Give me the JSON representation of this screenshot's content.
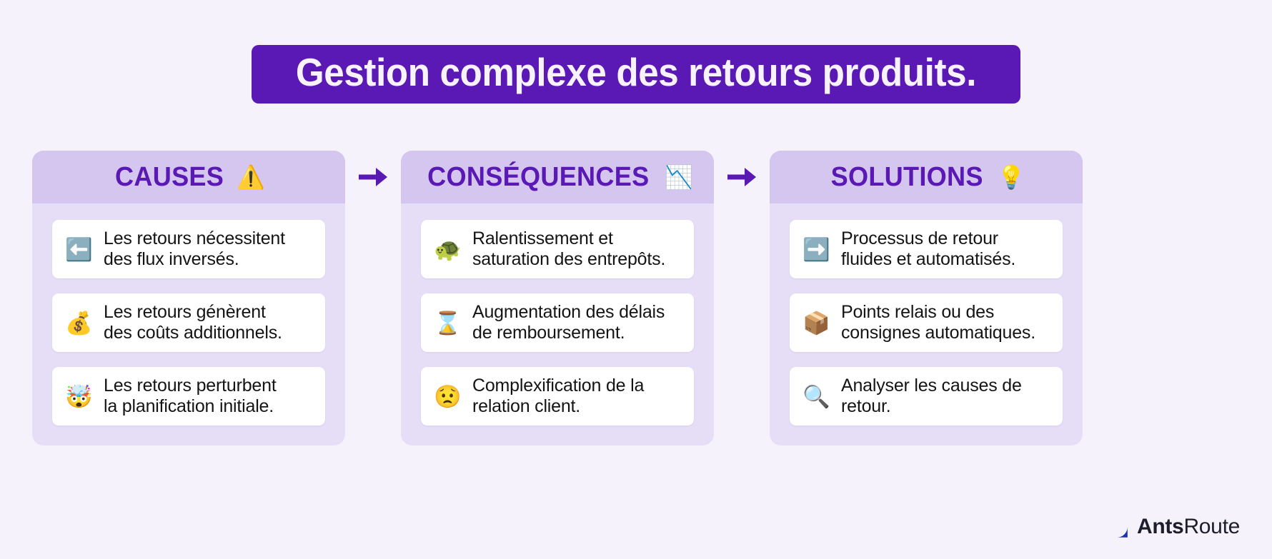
{
  "page": {
    "background_color": "#f5f2fb"
  },
  "title": {
    "text": "Gestion complexe des retours produits.",
    "background_color": "#5a18b4",
    "text_color": "#f7f3fc"
  },
  "colors": {
    "accent_purple": "#5a18b4",
    "column_background": "#e6ddf7",
    "column_header_background": "#d5c6ef",
    "card_background": "#ffffff",
    "card_text": "#141414",
    "logo_blue": "#1f4fd8"
  },
  "columns": [
    {
      "id": "causes",
      "title": "CAUSES",
      "title_emoji": "⚠️",
      "title_emoji_name": "warning-icon",
      "cards": [
        {
          "emoji": "⬅️",
          "emoji_name": "arrow-left-icon",
          "line1": "Les retours nécessitent",
          "line2": "des flux inversés.",
          "text": "Les retours nécessitent des flux inversés."
        },
        {
          "emoji": "💰",
          "emoji_name": "money-bag-icon",
          "line1": "Les retours génèrent",
          "line2": "des coûts additionnels.",
          "text": "Les retours génèrent des coûts additionnels."
        },
        {
          "emoji": "🤯",
          "emoji_name": "exploding-head-icon",
          "line1": "Les retours perturbent",
          "line2": "la planification initiale.",
          "text": "Les retours perturbent la planification initiale."
        }
      ]
    },
    {
      "id": "consequences",
      "title": "CONSÉQUENCES",
      "title_emoji": "📉",
      "title_emoji_name": "chart-decreasing-icon",
      "cards": [
        {
          "emoji": "🐢",
          "emoji_name": "turtle-icon",
          "line1": "Ralentissement et",
          "line2": "saturation des entrepôts.",
          "text": "Ralentissement et saturation des entrepôts."
        },
        {
          "emoji": "⌛",
          "emoji_name": "hourglass-icon",
          "line1": "Augmentation des délais",
          "line2": "de remboursement.",
          "text": "Augmentation des délais de remboursement."
        },
        {
          "emoji": "😟",
          "emoji_name": "worried-face-icon",
          "line1": "Complexification de la",
          "line2": "relation client.",
          "text": "Complexification de la relation client."
        }
      ]
    },
    {
      "id": "solutions",
      "title": "SOLUTIONS",
      "title_emoji": "💡",
      "title_emoji_name": "light-bulb-icon",
      "cards": [
        {
          "emoji": "➡️",
          "emoji_name": "arrow-right-icon",
          "line1": "Processus de retour",
          "line2": "fluides et automatisés.",
          "text": "Processus de retour fluides et automatisés."
        },
        {
          "emoji": "📦",
          "emoji_name": "package-icon",
          "line1": "Points relais ou des",
          "line2": "consignes automatiques.",
          "text": "Points relais ou des consignes automatiques."
        },
        {
          "emoji": "🔍",
          "emoji_name": "magnifying-glass-icon",
          "line1": "Analyser les causes de",
          "line2": "retour.",
          "text": "Analyser les causes de retour."
        }
      ]
    }
  ],
  "connectors": [
    {
      "name": "arrow-causes-to-consequences",
      "glyph": "➡"
    },
    {
      "name": "arrow-consequences-to-solutions",
      "glyph": "➡"
    }
  ],
  "logo": {
    "brand_bold": "Ants",
    "brand_regular": "Route"
  }
}
